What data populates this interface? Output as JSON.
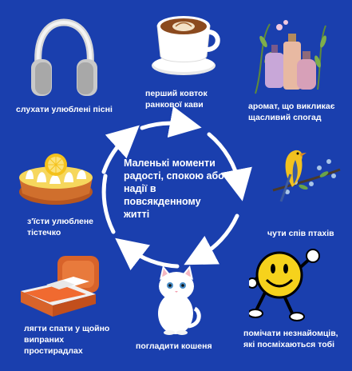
{
  "center": {
    "lines": [
      "Маленькі моменти",
      "радості, спокою або",
      "надії в",
      "повсякденному",
      "житті"
    ]
  },
  "items": {
    "music": {
      "lines": [
        "слухати улюблені пісні"
      ],
      "icon": "headphones-icon"
    },
    "coffee": {
      "lines": [
        "перший ковток",
        "ранкової кави"
      ],
      "icon": "coffee-cup-icon"
    },
    "aroma": {
      "lines": [
        "аромат, що викликає",
        "щасливий спогад"
      ],
      "icon": "perfume-bottles-icon"
    },
    "cake": {
      "lines": [
        "з'їсти улюблене",
        "тістечко"
      ],
      "icon": "lemon-tart-icon"
    },
    "birds": {
      "lines": [
        "чути спів птахів"
      ],
      "icon": "songbird-icon"
    },
    "sleep": {
      "lines": [
        "лягти спати у щойно",
        "випраних",
        "простирадлах"
      ],
      "icon": "bed-icon"
    },
    "cat": {
      "lines": [
        "погладити кошеня"
      ],
      "icon": "kitten-icon"
    },
    "smile": {
      "lines": [
        "помічати незнайомців,",
        "які посміхаються тобі"
      ],
      "icon": "smiley-icon"
    }
  },
  "colors": {
    "background": "#1a3fae",
    "text": "#ffffff",
    "circle_arrows": "#ffffff"
  }
}
